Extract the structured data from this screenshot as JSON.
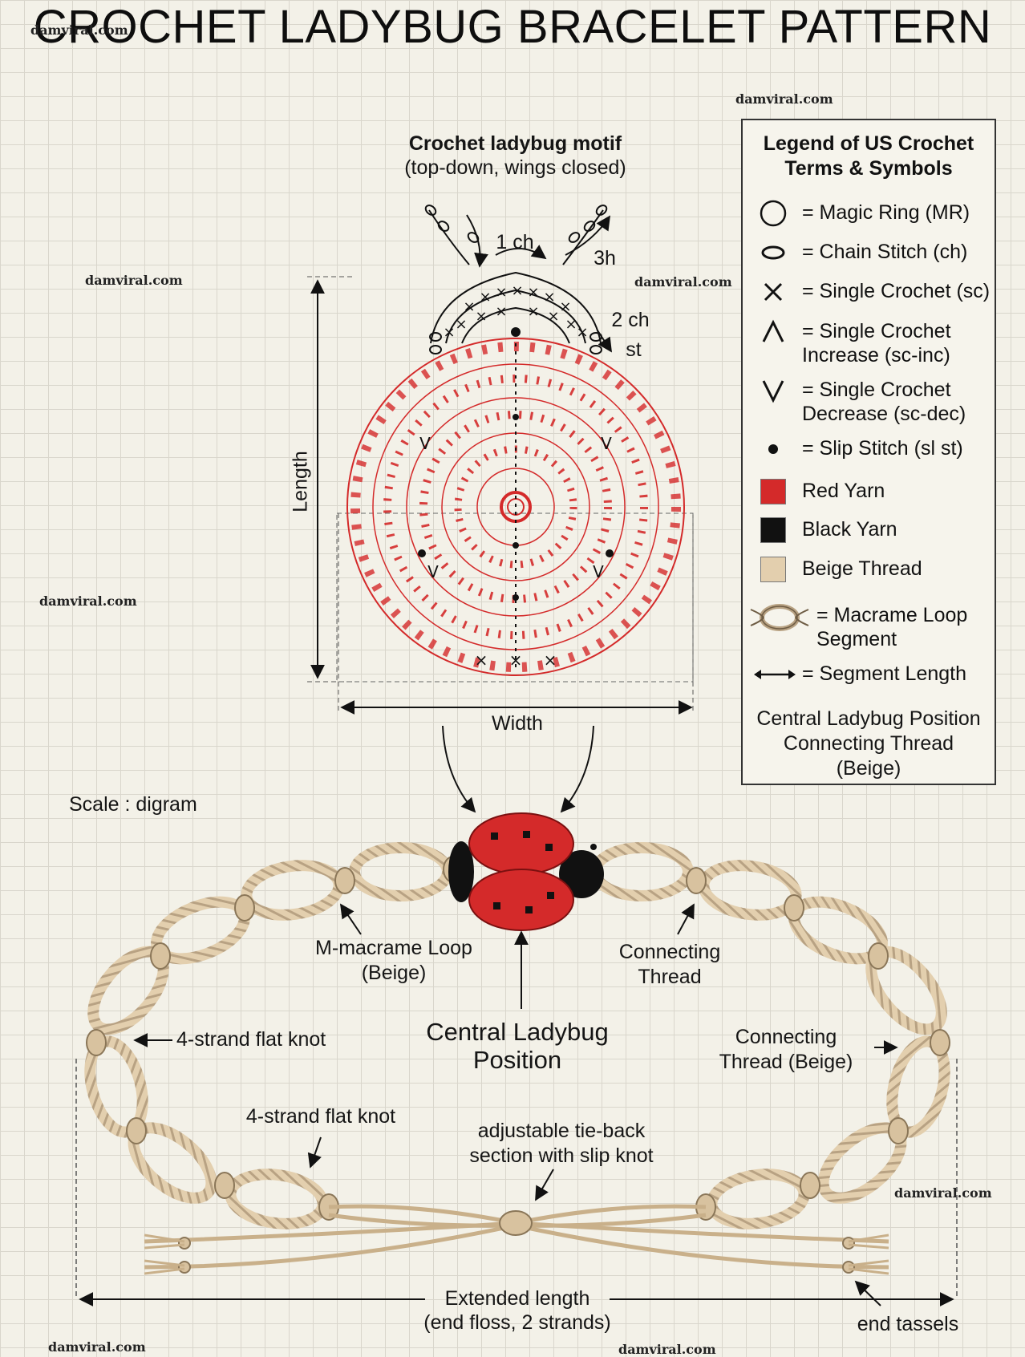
{
  "title": "CROCHET LADYBUG BRACELET PATTERN",
  "watermark": "damviral.com",
  "motif": {
    "heading": "Crochet ladybug motif",
    "subheading": "(top-down, wings closed)",
    "label_1ch": "1 ch",
    "label_3h": "3h",
    "label_2ch": "2 ch",
    "label_st": "st",
    "length_label": "Length",
    "width_label": "Width"
  },
  "legend": {
    "heading": "Legend of US Crochet Terms & Symbols",
    "items": [
      {
        "icon": "magic-ring-icon",
        "text": "= Magic Ring (MR)"
      },
      {
        "icon": "chain-stitch-icon",
        "text": "= Chain Stitch (ch)"
      },
      {
        "icon": "single-crochet-icon",
        "text": "= Single Crochet (sc)"
      },
      {
        "icon": "sc-increase-icon",
        "text": "= Single Crochet\nIncrease (sc-inc)"
      },
      {
        "icon": "sc-decrease-icon",
        "text": "= Single Crochet\nDecrease (sc-dec)"
      },
      {
        "icon": "slip-stitch-icon",
        "text": "= Slip Stitch (sl st)"
      },
      {
        "icon": "red-yarn-swatch",
        "text": "Red Yarn",
        "color": "#d42a2a"
      },
      {
        "icon": "black-yarn-swatch",
        "text": "Black Yarn",
        "color": "#111111"
      },
      {
        "icon": "beige-thread-swatch",
        "text": "Beige Thread",
        "color": "#e3cfae"
      },
      {
        "icon": "macrame-loop-icon",
        "text": "= Macrame Loop\nSegment"
      },
      {
        "icon": "segment-length-icon",
        "text": "= Segment Length"
      }
    ],
    "footer": "Central Ladybug Position Connecting Thread (Beige)"
  },
  "bracelet": {
    "scale": "Scale : digram",
    "macrame_loop": "M-macrame Loop (Beige)",
    "connecting_thread": "Connecting Thread",
    "central": "Central Ladybug Position",
    "flat_knot_left": "4-strand flat knot",
    "connecting_thread_beige": "Connecting Thread (Beige)",
    "flat_knot_bottom": "4-strand flat knot",
    "tie_back": "adjustable tie-back section with slip knot",
    "extended_length": "Extended length",
    "extended_sub": "(end floss, 2 strands)",
    "end_tassels": "end tassels"
  },
  "colors": {
    "red": "#d42a2a",
    "black": "#111111",
    "beige": "#e3cfae",
    "beige_dark": "#b8a283"
  }
}
